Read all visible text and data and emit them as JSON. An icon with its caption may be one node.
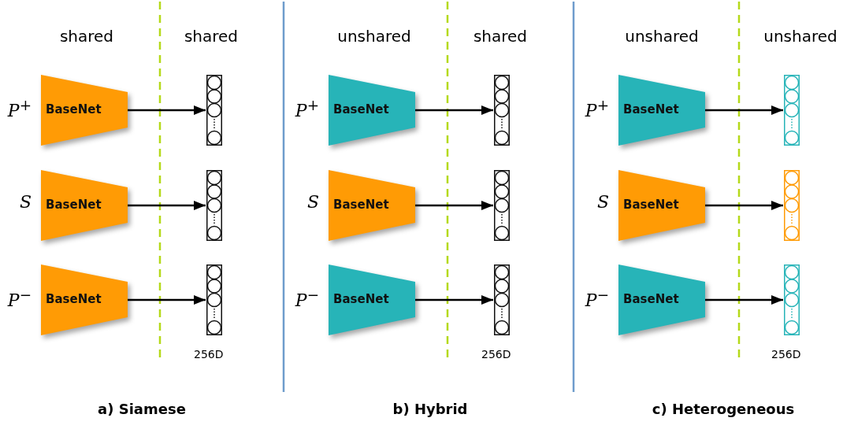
{
  "diagram": {
    "nodes": [
      {
        "text": [
          "BaseNet"
        ],
        "beside": [
          "P$^{+}$"
        ]
      },
      {
        "text": [],
        "shape": "bar"
      },
      {
        "text": [
          "BaseNet"
        ],
        "beside": [
          "S"
        ]
      },
      {
        "text": [],
        "shape": "bar"
      },
      {
        "text": [
          "BaseNet"
        ],
        "beside": [
          "P$^{−}$"
        ]
      },
      {
        "text": [],
        "shape": "bar",
        "beside": [
          "256D"
        ]
      },
      {
        "text": [
          "BaseNet"
        ],
        "beside": [
          "P$^{+}$"
        ]
      },
      {
        "text": [],
        "shape": "bar"
      },
      {
        "text": [
          "BaseNet"
        ],
        "beside": [
          "S"
        ]
      },
      {
        "text": [],
        "shape": "bar"
      },
      {
        "text": [
          "BaseNet"
        ],
        "beside": [
          "P$^{−}$"
        ]
      },
      {
        "text": [],
        "shape": "bar",
        "beside": [
          "256D"
        ]
      },
      {
        "text": [
          "BaseNet"
        ],
        "beside": [
          "P$^{+}$"
        ]
      },
      {
        "text": [],
        "shape": "bar"
      },
      {
        "text": [
          "BaseNet"
        ],
        "beside": [
          "S"
        ]
      },
      {
        "text": [],
        "shape": "bar"
      },
      {
        "text": [
          "BaseNet"
        ],
        "beside": [
          "P$^{−}$"
        ]
      },
      {
        "text": [],
        "shape": "bar",
        "beside": [
          "256D"
        ]
      }
    ],
    "edges": [
      {
        "from": 0,
        "to": 1,
        "arrow": "to"
      },
      {
        "from": 2,
        "to": 3,
        "arrow": "to"
      },
      {
        "from": 4,
        "to": 5,
        "arrow": "to"
      },
      {
        "from": 6,
        "to": 7,
        "arrow": "to"
      },
      {
        "from": 8,
        "to": 9,
        "arrow": "to"
      },
      {
        "from": 10,
        "to": 11,
        "arrow": "to"
      },
      {
        "from": 12,
        "to": 13,
        "arrow": "to"
      },
      {
        "from": 14,
        "to": 15,
        "arrow": "to"
      },
      {
        "from": 16,
        "to": 17,
        "arrow": "to"
      }
    ],
    "labels": [
      "shared",
      "shared",
      "unshared",
      "shared",
      "unshared",
      "unshared",
      "a) Siamese",
      "b) Hybrid",
      "c) Heterogeneous"
    ]
  }
}
